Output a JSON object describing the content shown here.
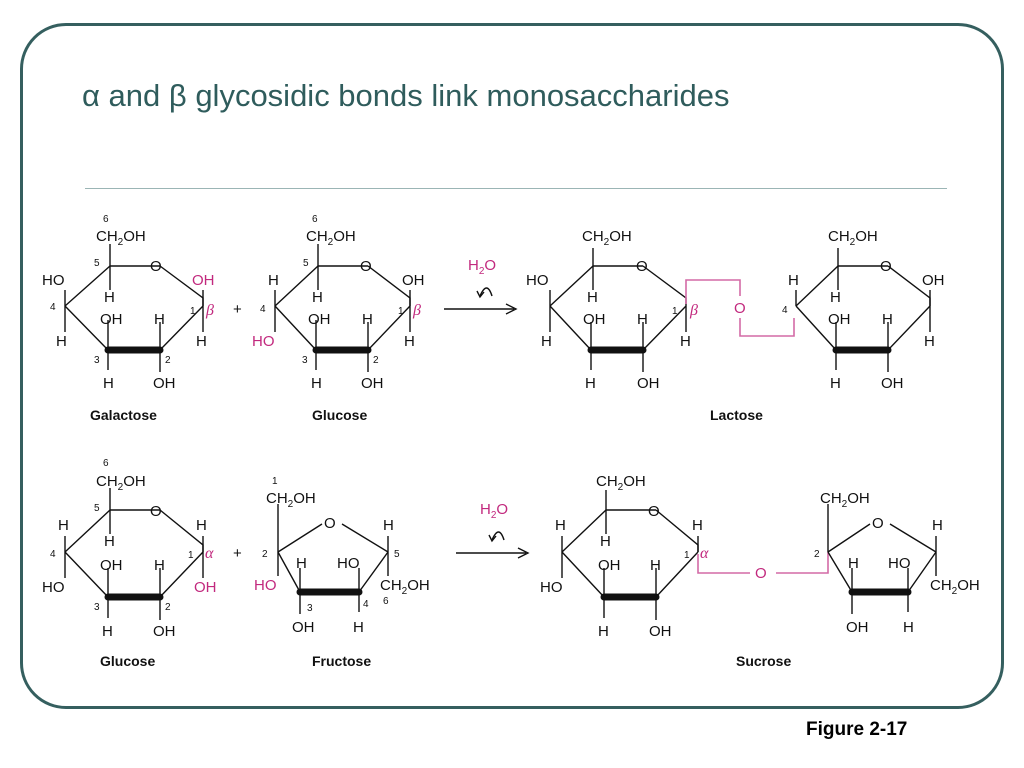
{
  "slide": {
    "title": "α and β glycosidic bonds link monosaccharides",
    "figure_caption": "Figure 2-17"
  },
  "figure": {
    "reaction1": {
      "reactants": [
        "Galactose",
        "Glucose"
      ],
      "product": "Lactose",
      "plus": "+",
      "byproduct": "H2O",
      "bond": "β"
    },
    "reaction2": {
      "reactants": [
        "Glucose",
        "Fructose"
      ],
      "product": "Sucrose",
      "plus": "+",
      "byproduct": "H2O",
      "bond": "α"
    },
    "colors": {
      "frame": "#355f5f",
      "title": "#2f5c5c",
      "highlight": "#c2297e",
      "bond_link": "#d36aa6"
    }
  }
}
